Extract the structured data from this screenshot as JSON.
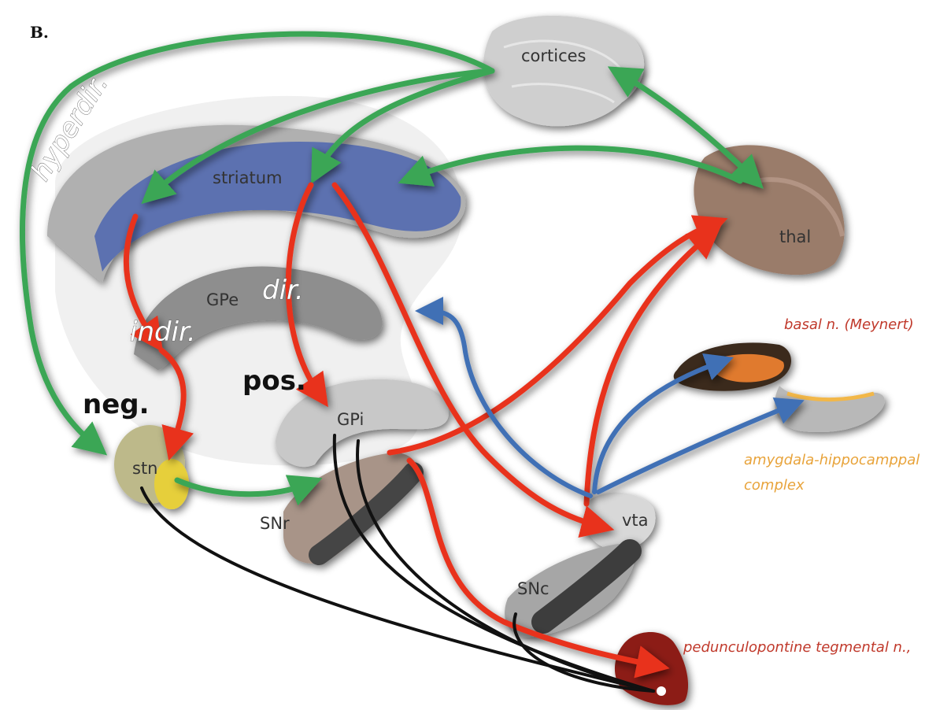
{
  "panel_label": "B.",
  "regions": {
    "cortices": "cortices",
    "striatum": "striatum",
    "thal": "thal",
    "gpe": "GPe",
    "gpi": "GPi",
    "stn": "stn",
    "snr": "SNr",
    "snc": "SNc",
    "vta": "vta"
  },
  "pathways": {
    "hyperdirect": "hyperdir.",
    "direct": "dir.",
    "indirect": "indir.",
    "negative": "neg.",
    "positive": "pos."
  },
  "nuclei": {
    "basal_meynert": "basal n. (Meynert)",
    "amygdala_line1": "amygdala-hippocamppal",
    "amygdala_line2": "complex",
    "pedunculopontine": "pedunculopontine tegmental n.,"
  },
  "colors": {
    "green_path": "#3aa655",
    "red_path": "#e8321e",
    "blue_path": "#3f6fb5",
    "black_path": "#111111",
    "striatum": "#5b71b0",
    "orange_nucleus": "#e07a2e",
    "ppn": "#8c1c14"
  }
}
